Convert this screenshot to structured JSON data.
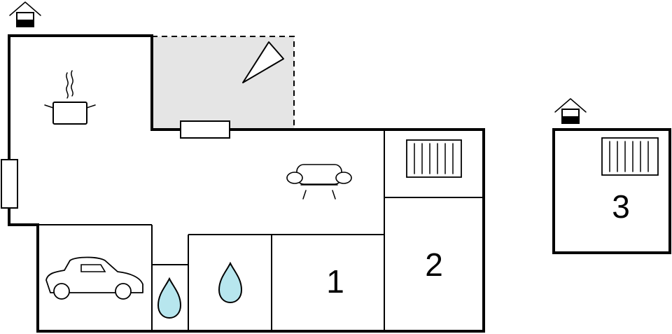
{
  "floorplan": {
    "rooms": [
      {
        "id": "bedroom-1",
        "number": "1"
      },
      {
        "id": "bedroom-2",
        "number": "2"
      },
      {
        "id": "bedroom-3",
        "number": "3"
      }
    ],
    "colors": {
      "wall": "#000000",
      "terrace_fill": "#e5e5e5",
      "water_fill": "#b7e6ee",
      "background": "#ffffff"
    },
    "icons": [
      "entrance-icon",
      "stove-icon",
      "sofa-icon",
      "car-icon",
      "water-drop-icon",
      "radiator-icon",
      "sun-icon",
      "window-icon"
    ]
  }
}
